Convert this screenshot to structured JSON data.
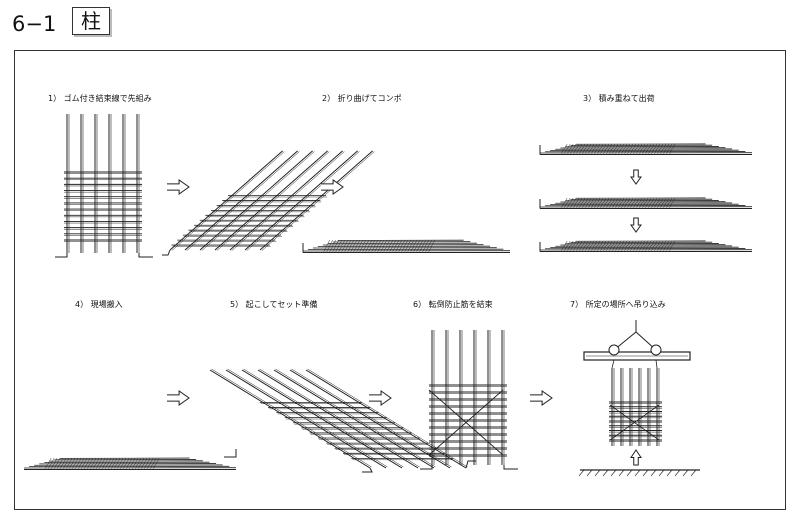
{
  "header": {
    "page_number": "6−1",
    "title": "柱"
  },
  "steps": [
    {
      "num": "1）",
      "label": "ゴム付き結束線で先組み"
    },
    {
      "num": "2）",
      "label": "折り曲げてコンポ"
    },
    {
      "num": "3）",
      "label": "積み重ねて出荷"
    },
    {
      "num": "4）",
      "label": "現場搬入"
    },
    {
      "num": "5）",
      "label": "起こしてセット準備"
    },
    {
      "num": "6）",
      "label": "転倒防止筋を結束"
    },
    {
      "num": "7）",
      "label": "所定の場所へ吊り込み"
    }
  ],
  "colors": {
    "line": "#222222",
    "arrow_fill": "#ffffff"
  }
}
